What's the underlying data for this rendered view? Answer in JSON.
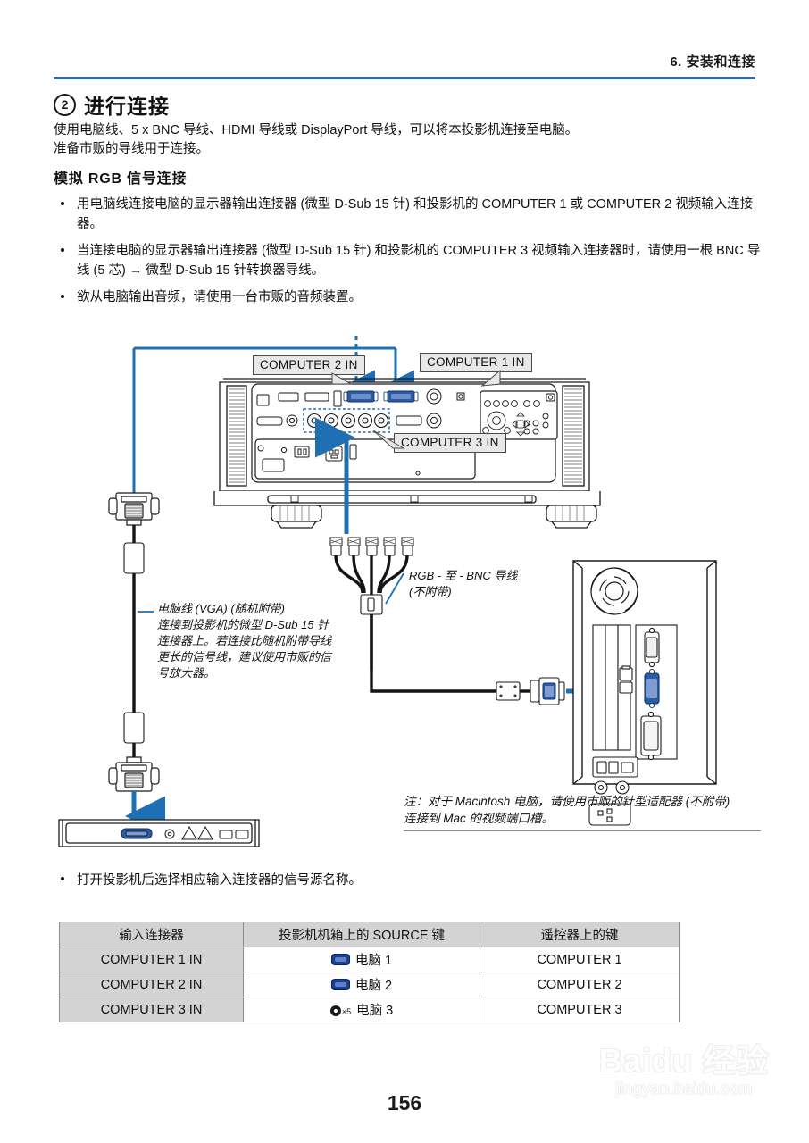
{
  "header": {
    "chapter": "6. 安装和连接"
  },
  "section": {
    "number": "2",
    "title": "进行连接"
  },
  "intro": {
    "line1": "使用电脑线、5 x BNC 导线、HDMI 导线或 DisplayPort 导线，可以将本投影机连接至电脑。",
    "line2": "准备市贩的导线用于连接。"
  },
  "subheading": "模拟 RGB 信号连接",
  "bullets": [
    "用电脑线连接电脑的显示器输出连接器 (微型 D-Sub 15 针) 和投影机的 COMPUTER 1 或 COMPUTER 2 视频输入连接器。",
    "当连接电脑的显示器输出连接器 (微型 D-Sub 15 针) 和投影机的 COMPUTER 3 视频输入连接器时，请使用一根 BNC 导线 (5 芯) → 微型 D-Sub 15 针转换器导线。",
    "欲从电脑输出音频，请使用一台市贩的音频装置。"
  ],
  "diagram": {
    "callouts": {
      "computer2in": "COMPUTER 2 IN",
      "computer1in": "COMPUTER 1 IN",
      "computer3in": "COMPUTER 3 IN"
    },
    "notes": {
      "vga_cable": "电脑线 (VGA) (随机附带)\n连接到投影机的微型 D-Sub 15 针\n连接器上。若连接比随机附带导线\n更长的信号线，建议使用市贩的信\n号放大器。",
      "bnc_cable": "RGB - 至 - BNC 导线\n(不附带)"
    },
    "mac_note": {
      "line1": "注：对于 Macintosh 电脑，请使用市贩的针型适配器 (不附带)",
      "line2": "连接到 Mac 的视频端口槽。"
    },
    "accent_color": "#1f6fb5",
    "arrow_color": "#1f6fb5"
  },
  "lower_bullet": "打开投影机后选择相应输入连接器的信号源名称。",
  "table": {
    "headers": [
      "输入连接器",
      "投影机机箱上的 SOURCE 键",
      "遥控器上的键"
    ],
    "rows": [
      {
        "input": "COMPUTER 1 IN",
        "source_icon": "vga-connector-icon",
        "source_label": "电脑 1",
        "remote": "COMPUTER 1"
      },
      {
        "input": "COMPUTER 2 IN",
        "source_icon": "vga-connector-icon",
        "source_label": "电脑 2",
        "remote": "COMPUTER 2"
      },
      {
        "input": "COMPUTER 3 IN",
        "source_icon": "bnc-connector-icon",
        "source_multiplier": "×5",
        "source_label": "电脑 3",
        "remote": "COMPUTER 3"
      }
    ]
  },
  "footer": {
    "page_number": "156"
  },
  "watermark": {
    "main": "Baidu 经验",
    "sub": "jingyan.baidu.com"
  }
}
